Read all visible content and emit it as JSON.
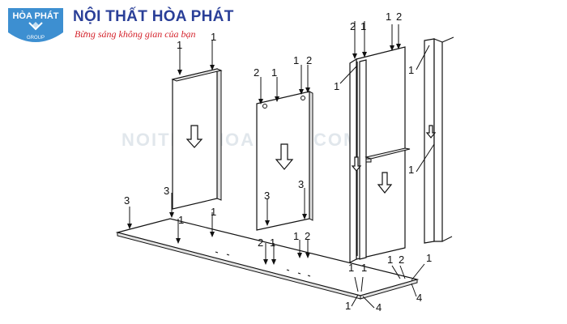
{
  "brand": {
    "logo_text": "HÒA PHÁT",
    "logo_subtext": "GROUP",
    "name": "NỘI THẤT HÒA PHÁT",
    "slogan": "Bừng sáng không gian của bạn",
    "watermark": "NOITHATHOAPHAT.COM.VN"
  },
  "colors": {
    "brand_blue": "#2a3f98",
    "slogan_red": "#d4232c",
    "logo_bg": "#3d8fd1"
  },
  "callout_labels": [
    "1",
    "1",
    "2",
    "1",
    "1",
    "2",
    "3",
    "1",
    "1",
    "2",
    "1",
    "3",
    "3",
    "3",
    "1",
    "2",
    "1",
    "1",
    "2",
    "2",
    "1",
    "1",
    "2",
    "1",
    "1",
    "4",
    "4",
    "2",
    "1",
    "1",
    "2",
    "1",
    "1",
    "1"
  ]
}
